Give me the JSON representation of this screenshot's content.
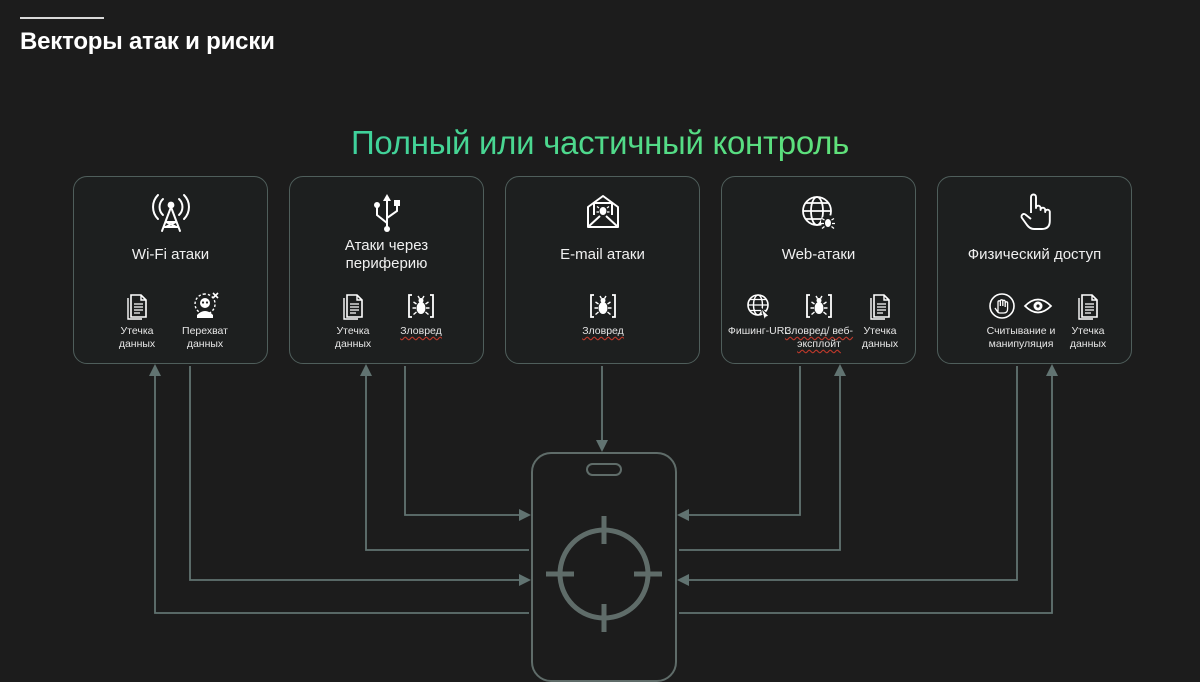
{
  "page": {
    "title": "Векторы атак и риски",
    "headline": "Полный или частичный контроль"
  },
  "vectors": [
    {
      "title": "Wi-Fi атаки",
      "icon": "wifi-tower-icon",
      "subs": [
        {
          "label": "Утечка данных",
          "icon": "document-icon"
        },
        {
          "label": "Перехват данных",
          "icon": "intercept-icon"
        }
      ]
    },
    {
      "title": "Атаки через периферию",
      "icon": "usb-icon",
      "subs": [
        {
          "label": "Утечка данных",
          "icon": "document-icon"
        },
        {
          "label": "Зловред",
          "icon": "malware-icon"
        }
      ]
    },
    {
      "title": "E-mail атаки",
      "icon": "email-malware-icon",
      "subs": [
        {
          "label": "Зловред",
          "icon": "malware-icon"
        }
      ]
    },
    {
      "title": "Web-атаки",
      "icon": "globe-malware-icon",
      "subs": [
        {
          "label": "Фишинг-URL",
          "icon": "phishing-globe-icon"
        },
        {
          "label": "Зловред/ веб-эксплойт",
          "icon": "malware-icon"
        },
        {
          "label": "Утечка данных",
          "icon": "document-icon"
        }
      ]
    },
    {
      "title": "Физический доступ",
      "icon": "hand-pointer-icon",
      "subs": [
        {
          "label": "Считывание и манипуляция",
          "icon": "hand-eye-icon"
        },
        {
          "label": "Утечка данных",
          "icon": "document-icon"
        }
      ]
    }
  ],
  "colors": {
    "line": "#617371",
    "box_border": "#4f5e5b",
    "headline_gradient": [
      "#28c6b4",
      "#8be85f"
    ],
    "background": "#1c1c1c"
  }
}
